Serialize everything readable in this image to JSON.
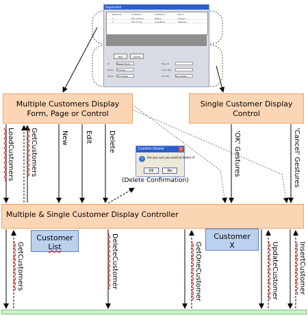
{
  "boxes": {
    "multi_line1": "Multiple Customers Display",
    "multi_line2": "Form, Page or Control",
    "single_line1": "Single Customer Display",
    "single_line2": "Control",
    "controller": "Multiple & Single Customer Display Controller",
    "customer_list_line1": "Customer",
    "customer_list_line2": "List",
    "customer_x_line1": "Customer",
    "customer_x_line2": "X"
  },
  "labels": {
    "load_customers": "LoadCustomers",
    "get_customers_top": "GetCustomers",
    "new": "New",
    "edit": "Edit",
    "delete": "Delete",
    "ok_gestures": "'OK' Gestures",
    "cancel_gestures": "'Cancel' Gestures",
    "get_customers_bottom": "GetCustomers",
    "delete_customer": "DeleteCustomer",
    "get_one_customer": "GetOneCustomer",
    "update_customer": "UpdateCustomer",
    "insert_customer": "InsertCustomer"
  },
  "dialog": {
    "title": "Confirm Delete",
    "close": "×",
    "icon": "?",
    "message": "Are you sure you want to delete it?",
    "ok": "OK",
    "no": "No",
    "caption": "(Delete Confirmation)"
  },
  "screenshot": {
    "title": "Registrated",
    "headers": [
      "RegCode",
      "FirstName",
      "LastName",
      "Name"
    ],
    "rows": [
      [
        "1",
        "Tom Jackson",
        "Bagus",
        "Langer"
      ],
      [
        "2",
        "Tom Kristy",
        "Augustine",
        "Ritgreen"
      ]
    ],
    "buttons": [
      "New",
      "Update"
    ],
    "field_labels": [
      "ID",
      "Name",
      "Street",
      "Type ID",
      "Time Tele",
      "Country"
    ],
    "field_values": [
      "Bagus/Thom",
      "Thomas",
      "Tom Street",
      "",
      "",
      "Euro/Spain"
    ]
  },
  "colors": {
    "orange_fill": "#fcd5b4",
    "blue_fill": "#bcd1ee",
    "green_fill": "#ccf2c8"
  }
}
